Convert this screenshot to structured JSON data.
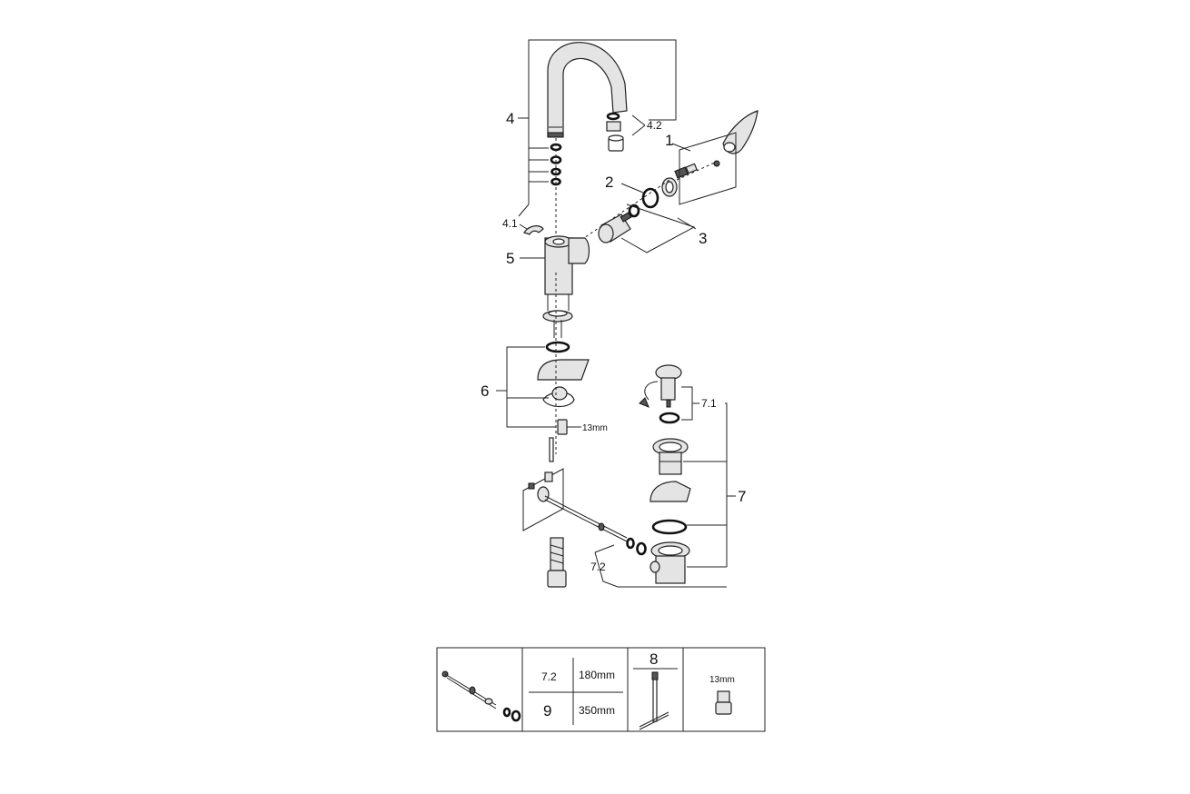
{
  "callouts": {
    "c1": "1",
    "c2": "2",
    "c3": "3",
    "c4": "4",
    "c41": "4.1",
    "c42": "4.2",
    "c5": "5",
    "c6": "6",
    "c7": "7",
    "c71": "7.1",
    "c72": "7.2",
    "wrench": "13mm"
  },
  "table": {
    "row1_code": "7.2",
    "row1_len": "180mm",
    "row2_code": "9",
    "row2_len": "350mm",
    "tool_code": "8",
    "wrench": "13mm"
  }
}
